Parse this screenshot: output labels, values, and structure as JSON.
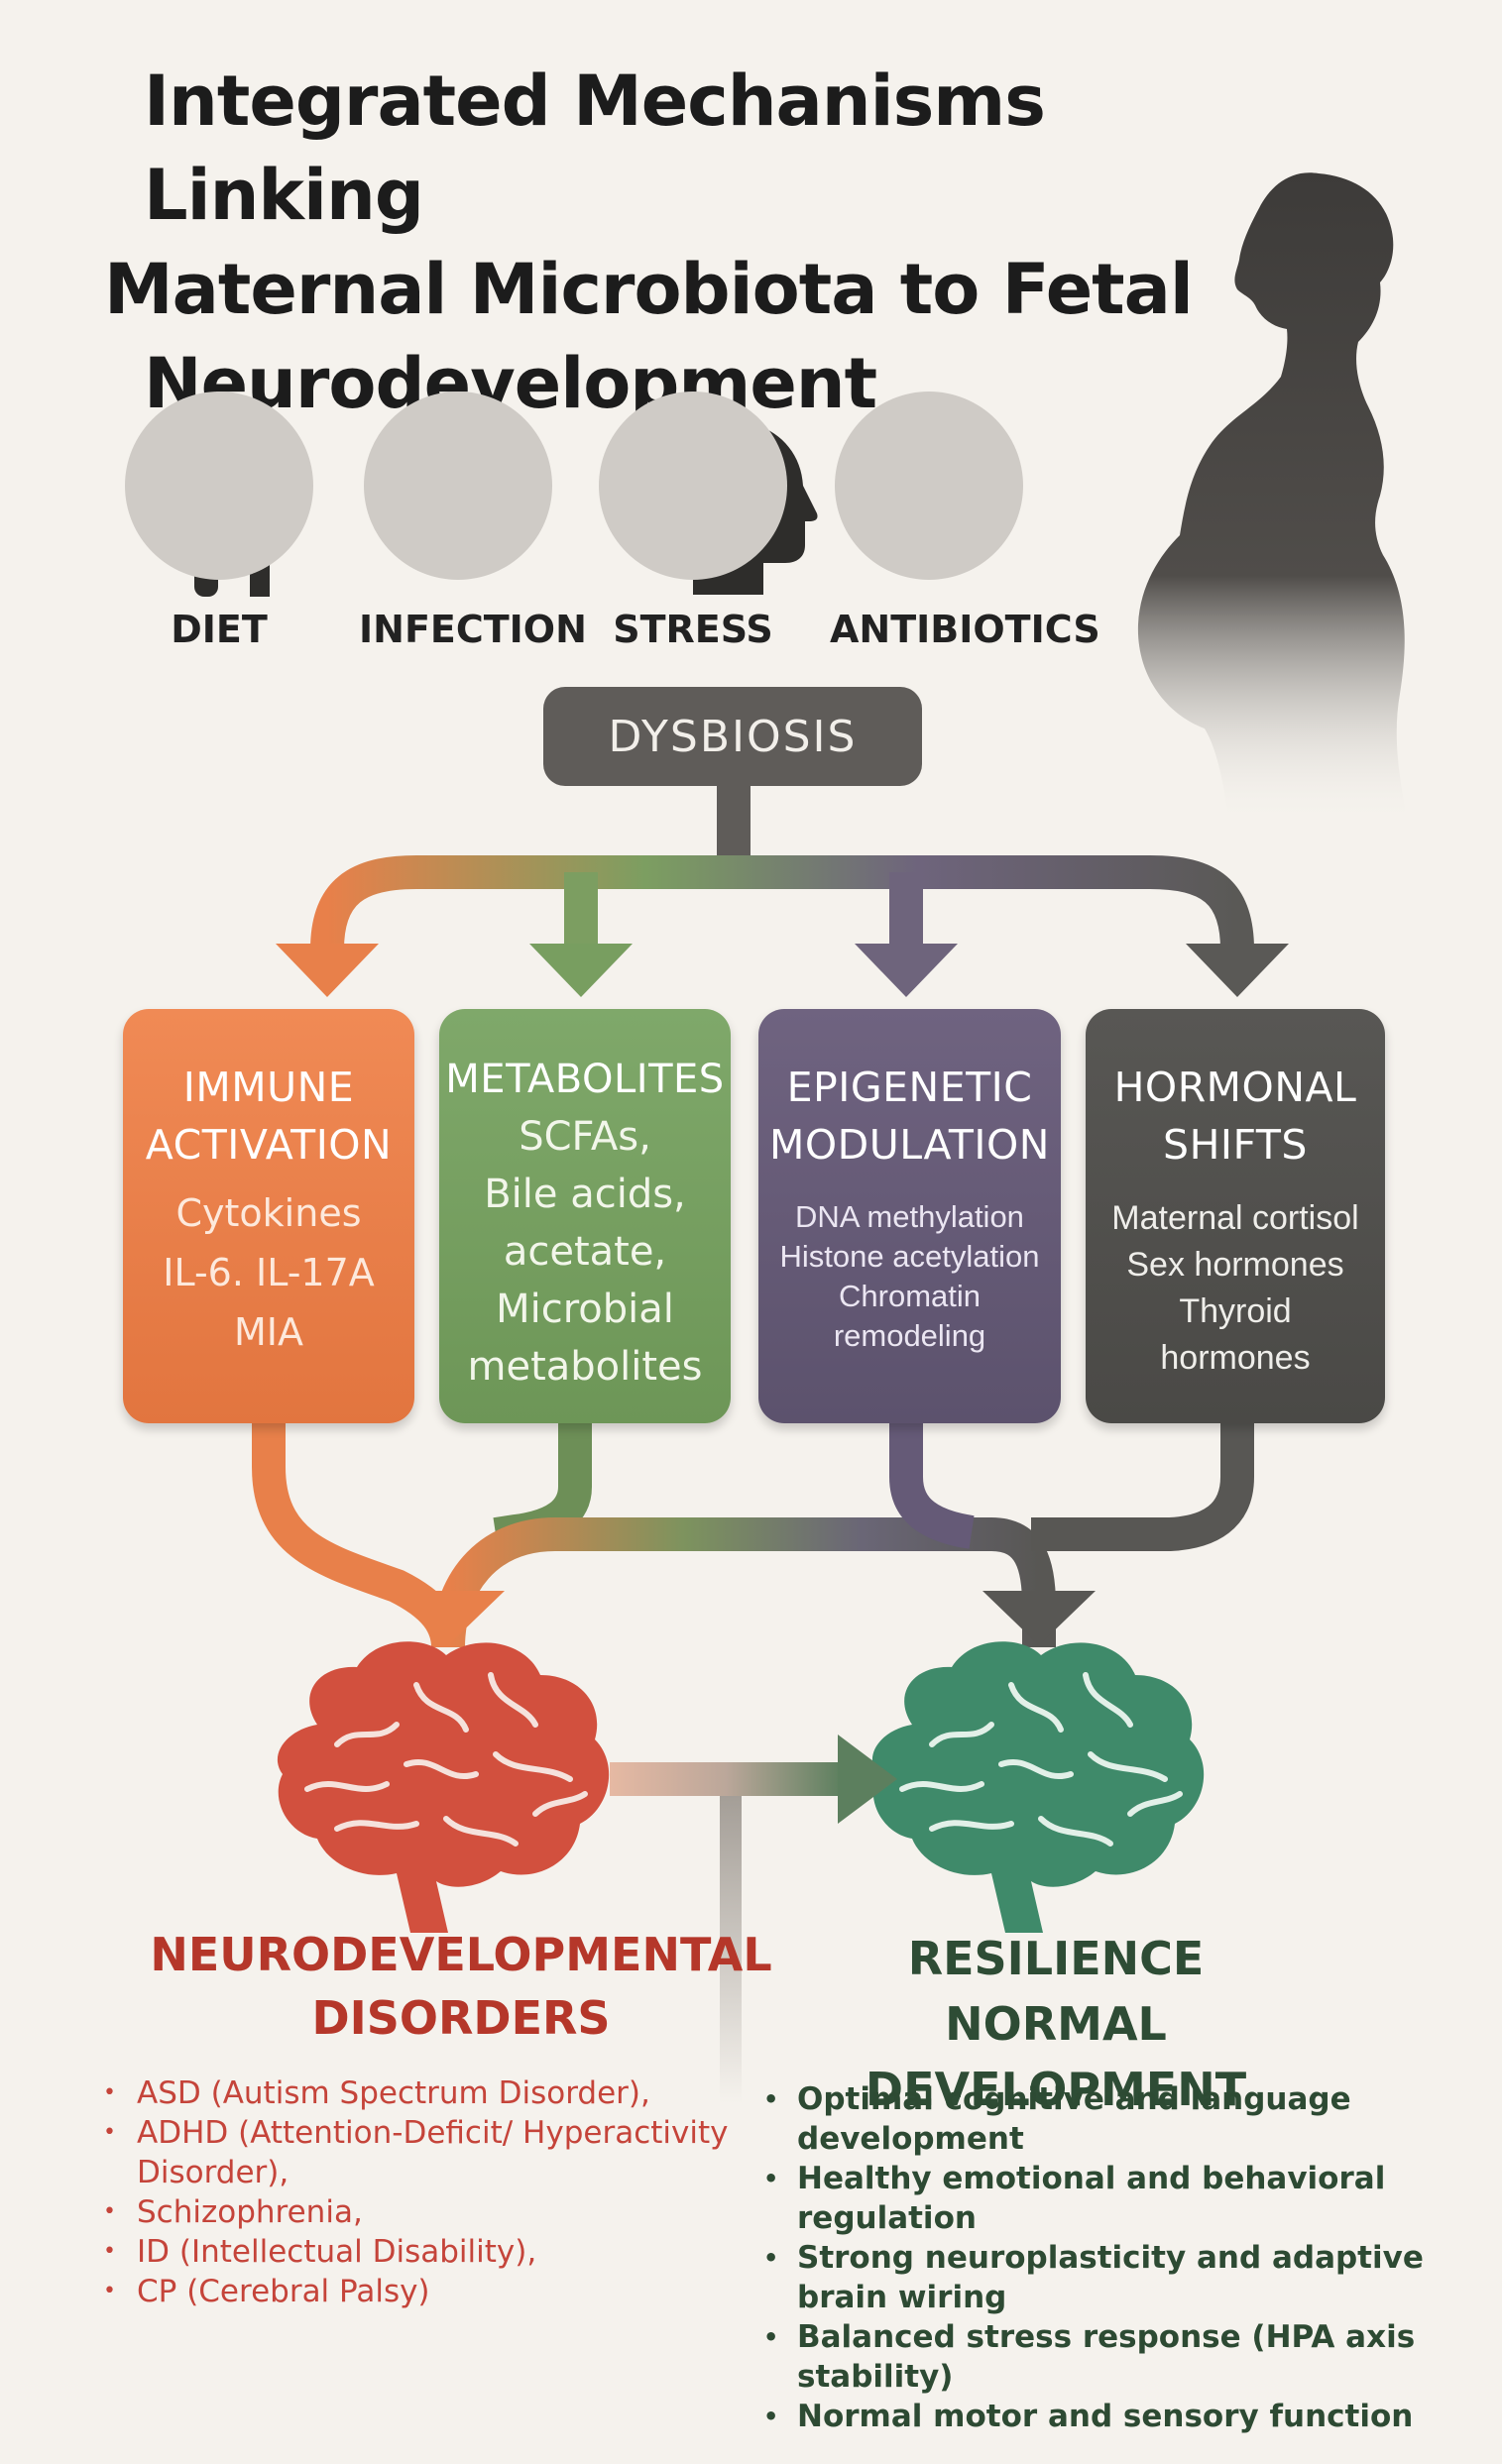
{
  "title": {
    "line1": "Integrated Mechanisms Linking",
    "line2": "Maternal Microbiota to Fetal",
    "line3": "Neurodevelopment"
  },
  "factors": [
    {
      "label": "DIET",
      "icon": "fork-knife-icon"
    },
    {
      "label": "INFECTION",
      "icon": "virus-icon"
    },
    {
      "label": "STRESS",
      "icon": "head-lightning-icon"
    },
    {
      "label": "ANTIBIOTICS",
      "icon": "capsule-icon"
    }
  ],
  "dysbiosis": "DYSBIOSIS",
  "mechanisms": [
    {
      "title1": "IMMUNE",
      "title2": "ACTIVATION",
      "lines": [
        "Cytokines",
        "IL-6. IL-17A",
        "MIA"
      ],
      "color": "#e8804a"
    },
    {
      "title1": "METABOLITES",
      "title2": "",
      "lines": [
        "SCFAs,",
        "Bile acids,",
        "acetate,",
        "Microbial",
        "metabolites"
      ],
      "color": "#76a062"
    },
    {
      "title1": "EPIGENETIC",
      "title2": "MODULATION",
      "lines": [
        "DNA methylation",
        "Histone acetylation",
        "Chromatin",
        "remodeling"
      ],
      "color": "#665a77"
    },
    {
      "title1": "HORMONAL",
      "title2": "SHIFTS",
      "lines": [
        "Maternal cortisol",
        "Sex hormones",
        "Thyroid",
        "hormones"
      ],
      "color": "#52514e"
    }
  ],
  "outcomes": {
    "disorders": {
      "title1": "NEURODEVELOPMENTAL",
      "title2": "DISORDERS",
      "color": "#b5372a",
      "items": [
        "ASD (Autism  Spectrum Disorder),",
        "ADHD (Attention-Deficit/ Hyperactivity Disorder),",
        "Schizophrenia,",
        "ID (Intellectual Disability),",
        "CP (Cerebral Palsy)"
      ]
    },
    "resilience": {
      "title1": "RESILIENCE",
      "title2": "NORMAL DEVELOPMENT",
      "color": "#2e4c35",
      "items": [
        "Optimal  cognitive and language development",
        "Healthy emotional and behavioral regulation",
        "Strong neuroplasticity and adaptive brain wiring",
        "Balanced stress response (HPA axis stability)",
        "Normal motor and sensory function"
      ]
    }
  }
}
